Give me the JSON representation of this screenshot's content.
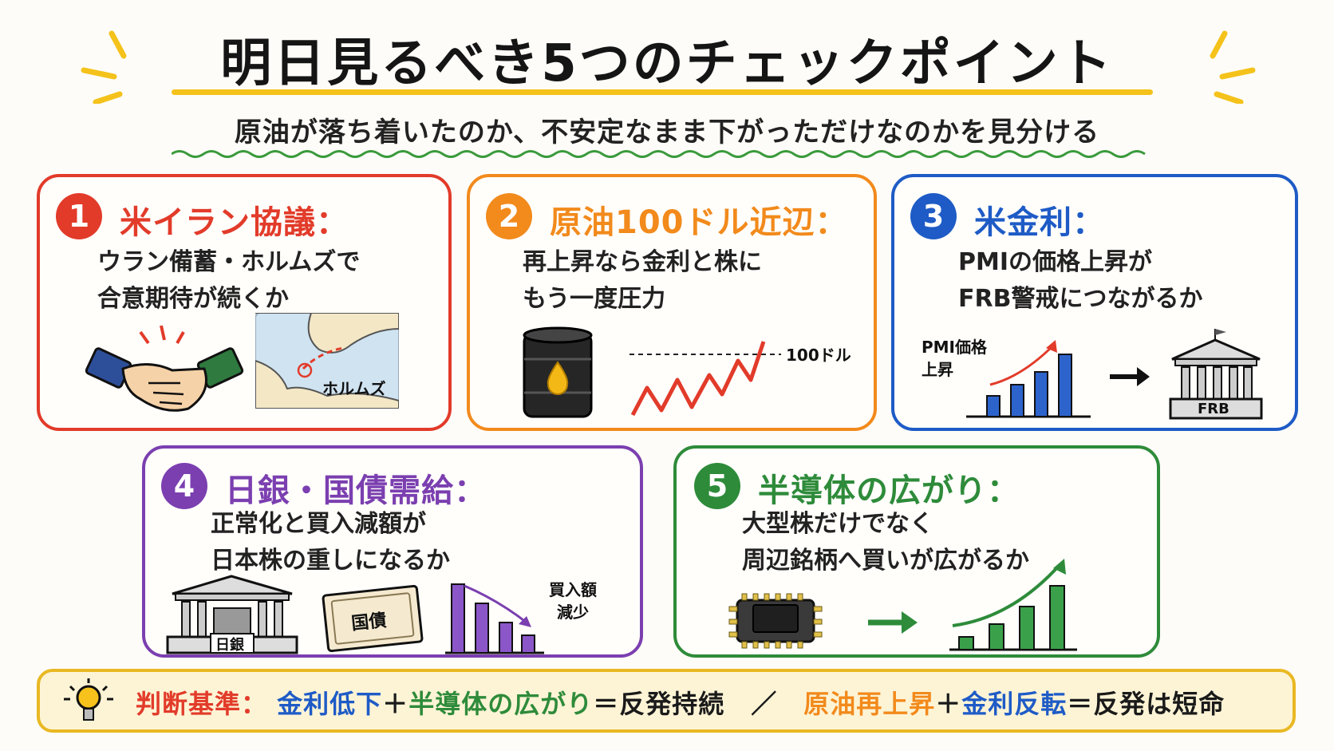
{
  "header": {
    "title": "明日見るべき5つのチェックポイント",
    "subtitle": "原油が落ち着いたのか、不安定なまま下がっただけなのかを見分ける"
  },
  "cards": [
    {
      "number": "1",
      "title": "米イラン協議：",
      "lines": [
        "ウラン備蓄・ホルムズで",
        "合意期待が続くか"
      ],
      "map_label": "ホルムズ",
      "color": "#e23b2a"
    },
    {
      "number": "2",
      "title": "原油100ドル近辺：",
      "lines": [
        "再上昇なら金利と株に",
        "もう一度圧力"
      ],
      "line_label": "100ドル",
      "color": "#f28a1c"
    },
    {
      "number": "3",
      "title": "米金利：",
      "lines": [
        "PMIの価格上昇が",
        "FRB警戒につながるか"
      ],
      "chart_label_1": "PMI価格",
      "chart_label_2": "上昇",
      "bank_label": "FRB",
      "color": "#1e5bc6"
    },
    {
      "number": "4",
      "title": "日銀・国債需給：",
      "lines": [
        "正常化と買入減額が",
        "日本株の重しになるか"
      ],
      "bank_label": "日銀",
      "bond_label": "国債",
      "chart_label_1": "買入額",
      "chart_label_2": "減少",
      "color": "#7b3fb0"
    },
    {
      "number": "5",
      "title": "半導体の広がり：",
      "lines": [
        "大型株だけでなく",
        "周辺銘柄へ買いが広がるか"
      ],
      "color": "#2e8b3a"
    }
  ],
  "footer": {
    "label": "判断基準：",
    "part1": "金利低下",
    "plus1": "＋",
    "part2": "半導体の広がり",
    "eq1": "＝反発持続　／　",
    "part3": "原油再上昇",
    "plus2": "＋",
    "part4": "金利反転",
    "eq2": "＝反発は短命"
  },
  "colors": {
    "accent_yellow": "#f4c21a",
    "red": "#e23b2a",
    "orange": "#f28a1c",
    "blue": "#1e5bc6",
    "purple": "#7b3fb0",
    "green": "#2e8b3a"
  }
}
